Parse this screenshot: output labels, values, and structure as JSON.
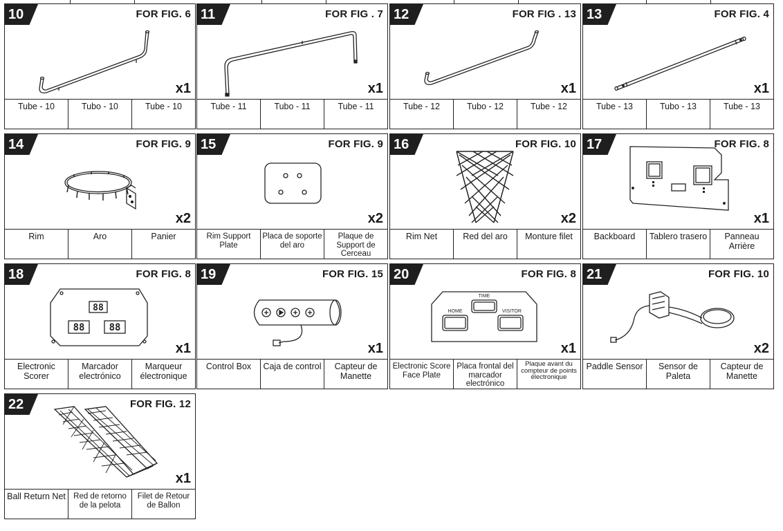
{
  "cards": [
    {
      "num": "10",
      "fig": "FOR FIG. 6",
      "qty": "x1",
      "icon": "tube-10-icon",
      "names": [
        "Tube - 10",
        "Tubo - 10",
        "Tube - 10"
      ]
    },
    {
      "num": "11",
      "fig": "FOR FIG . 7",
      "qty": "x1",
      "icon": "tube-11-icon",
      "names": [
        "Tube - 11",
        "Tubo - 11",
        "Tube - 11"
      ]
    },
    {
      "num": "12",
      "fig": "FOR FIG . 13",
      "qty": "x1",
      "icon": "tube-12-icon",
      "names": [
        "Tube - 12",
        "Tubo - 12",
        "Tube - 12"
      ]
    },
    {
      "num": "13",
      "fig": "FOR FIG. 4",
      "qty": "x1",
      "icon": "tube-13-icon",
      "names": [
        "Tube - 13",
        "Tubo - 13",
        "Tube - 13"
      ]
    },
    {
      "num": "14",
      "fig": "FOR FIG. 9",
      "qty": "x2",
      "icon": "rim-icon",
      "names": [
        "Rim",
        "Aro",
        "Panier"
      ]
    },
    {
      "num": "15",
      "fig": "FOR FIG. 9",
      "qty": "x2",
      "icon": "rim-support-plate-icon",
      "names": [
        "Rim Support Plate",
        "Placa de soporte del aro",
        "Plaque de Support de Cerceau"
      ]
    },
    {
      "num": "16",
      "fig": "FOR FIG. 10",
      "qty": "x2",
      "icon": "rim-net-icon",
      "names": [
        "Rim Net",
        "Red del aro",
        "Monture filet"
      ]
    },
    {
      "num": "17",
      "fig": "FOR FIG. 8",
      "qty": "x1",
      "icon": "backboard-icon",
      "names": [
        "Backboard",
        "Tablero trasero",
        "Panneau Arrière"
      ]
    },
    {
      "num": "18",
      "fig": "FOR FIG. 8",
      "qty": "x1",
      "icon": "electronic-scorer-icon",
      "names": [
        "Electronic Scorer",
        "Marcador electrónico",
        "Marqueur électronique"
      ],
      "display": {
        "top": "88",
        "left": "88",
        "right": "88"
      }
    },
    {
      "num": "19",
      "fig": "FOR FIG. 15",
      "qty": "x1",
      "icon": "control-box-icon",
      "names": [
        "Control Box",
        "Caja de control",
        "Capteur de Manette"
      ]
    },
    {
      "num": "20",
      "fig": "FOR FIG. 8",
      "qty": "x1",
      "icon": "score-face-plate-icon",
      "names": [
        "Electronic Score Face Plate",
        "Placa frontal del marcador electrónico",
        "Plaque avant du compteur de points électronique"
      ],
      "labels": {
        "time": "TIME",
        "home": "HOME",
        "visitor": "VISITOR"
      }
    },
    {
      "num": "21",
      "fig": "FOR FIG. 10",
      "qty": "x2",
      "icon": "paddle-sensor-icon",
      "names": [
        "Paddle Sensor",
        "Sensor de Paleta",
        "Capteur de Manette"
      ]
    },
    {
      "num": "22",
      "fig": "FOR FIG. 12",
      "qty": "x1",
      "icon": "ball-return-net-icon",
      "names": [
        "Ball Return Net",
        "Red de retorno de la pelota",
        "Filet de Retour de Ballon"
      ]
    }
  ]
}
